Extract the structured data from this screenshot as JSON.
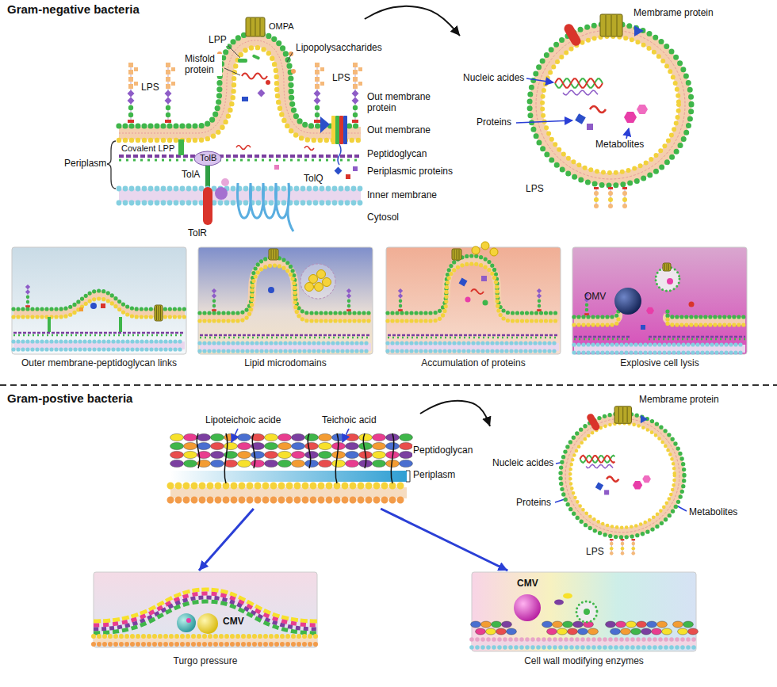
{
  "diagram": {
    "nodes": [
      {
        "text": [
          "OMPA",
          "LPP",
          "Lipopolysaccharides",
          "Misfold protein",
          "LPS",
          "LPS",
          "Out membrane protein",
          "Out membrane",
          "Covalent LPP",
          "TolB",
          "Peptidoglycan",
          "Periplasm",
          "TolA",
          "Periplasmic proteins",
          "TolQ",
          "Inner membrane",
          "Cytosol",
          "TolR"
        ]
      },
      {
        "text": [
          "Membrame protein",
          "Nucleic acides",
          "Proteins",
          "Metabolites",
          "LPS"
        ]
      },
      {
        "text": [
          "Outer membrane-peptidoglycan links"
        ]
      },
      {
        "text": [
          "Lipid microdomains"
        ]
      },
      {
        "text": [
          "Accumulation of proteins"
        ]
      },
      {
        "text": [
          "OMV",
          "Explosive cell lysis"
        ]
      },
      {
        "text": [
          "Lipoteichoic acide",
          "Teichoic acid",
          "Peptidoglycan",
          "Periplasm"
        ]
      },
      {
        "text": [
          "Membrame protein",
          "Nucleic acides",
          "Proteins",
          "Metabolites",
          "LPS"
        ]
      },
      {
        "text": [
          "CMV",
          "Turgo pressure"
        ]
      },
      {
        "text": [
          "CMV",
          "Cell wall modifying enzymes"
        ]
      }
    ],
    "edges": [
      {
        "from": 0,
        "to": 1,
        "arrow": "to"
      },
      {
        "from": 6,
        "to": 7,
        "arrow": "to"
      },
      {
        "from": 6,
        "to": 8,
        "arrow": "to"
      },
      {
        "from": 6,
        "to": 9,
        "arrow": "to"
      }
    ],
    "labels": [
      "Gram-negative bacteria",
      "Gram-postive bacteria"
    ]
  }
}
